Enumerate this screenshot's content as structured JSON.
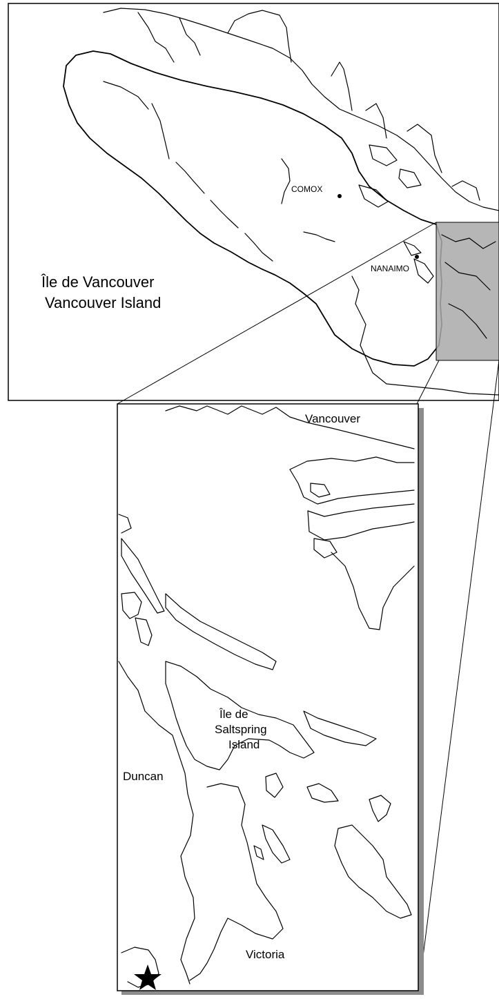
{
  "map": {
    "overview": {
      "island_label_fr": "Île de Vancouver",
      "island_label_en": "Vancouver Island",
      "places": [
        {
          "id": "comox",
          "label": "COMOX"
        },
        {
          "id": "nanaimo",
          "label": "NANAIMO"
        }
      ]
    },
    "inset": {
      "places": [
        {
          "id": "vancouver",
          "label": "Vancouver"
        },
        {
          "id": "saltspring-fr",
          "label": "Île de"
        },
        {
          "id": "saltspring-en-1",
          "label": "Saltspring"
        },
        {
          "id": "saltspring-en-2",
          "label": "Island"
        },
        {
          "id": "duncan",
          "label": "Duncan"
        },
        {
          "id": "victoria",
          "label": "Victoria"
        }
      ],
      "marker_icon": "star-icon"
    },
    "colors": {
      "highlight": "#a9a9a9",
      "shadow": "#8c8c8c",
      "line": "#000000"
    }
  }
}
